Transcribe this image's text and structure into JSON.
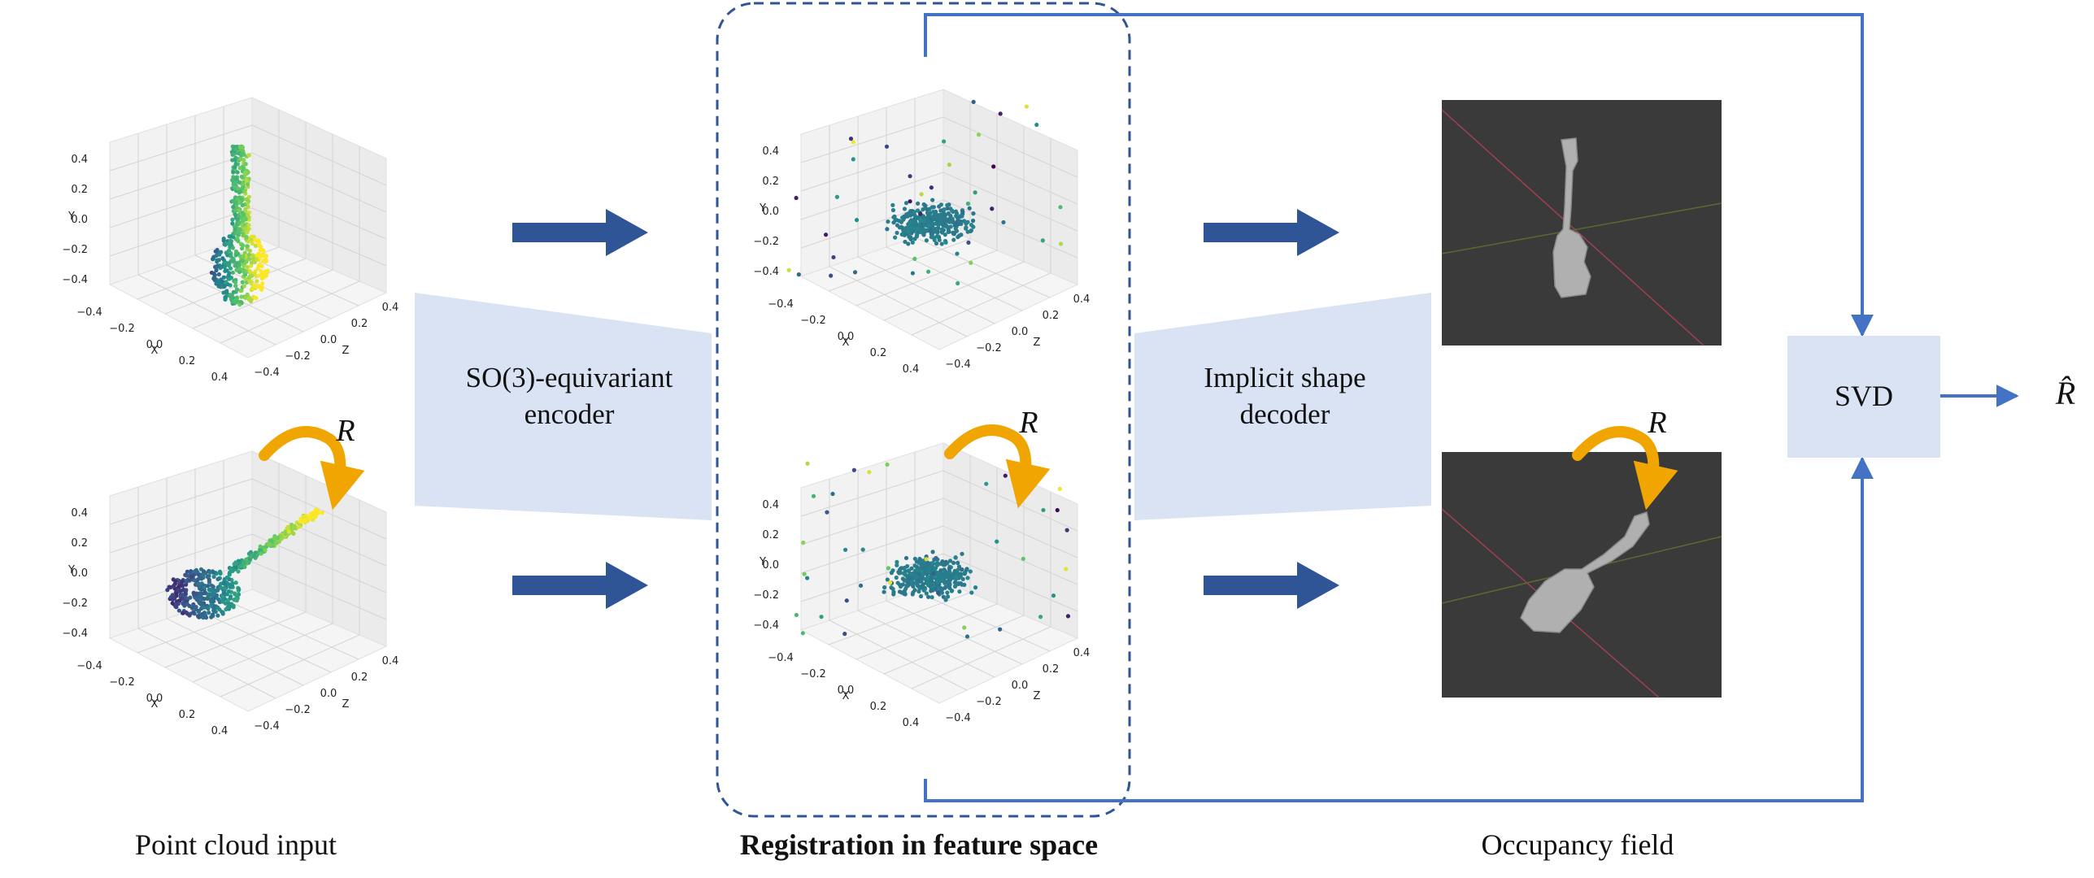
{
  "stages": {
    "input": "Point cloud input",
    "feature": "Registration in feature space",
    "occupancy": "Occupancy field"
  },
  "encoder": {
    "line1": "SO(3)-equivariant",
    "line2": "encoder"
  },
  "decoder": {
    "line1": "Implicit shape",
    "line2": "decoder"
  },
  "svd": {
    "label": "SVD"
  },
  "rotation": {
    "symbol": "R",
    "output": "R̂"
  },
  "axes": {
    "y_label": "Y",
    "x_label": "X",
    "z_label": "Z",
    "y_ticks": [
      "0.4",
      "0.2",
      "0.0",
      "−0.2",
      "−0.4"
    ],
    "x_ticks": [
      "−0.4",
      "−0.2",
      "0.0",
      "0.2",
      "0.4"
    ],
    "z_ticks": [
      "−0.4",
      "−0.2",
      "0.0",
      "0.2",
      "0.4"
    ]
  },
  "colors": {
    "arrow": "#2f5597",
    "connector": "#4472c4",
    "block": "#dae3f3",
    "rotation_arrow": "#f0a500",
    "dashed_box": "#2f5597",
    "render_bg": "#3a3a3a",
    "shape": "#b0b0b0"
  }
}
